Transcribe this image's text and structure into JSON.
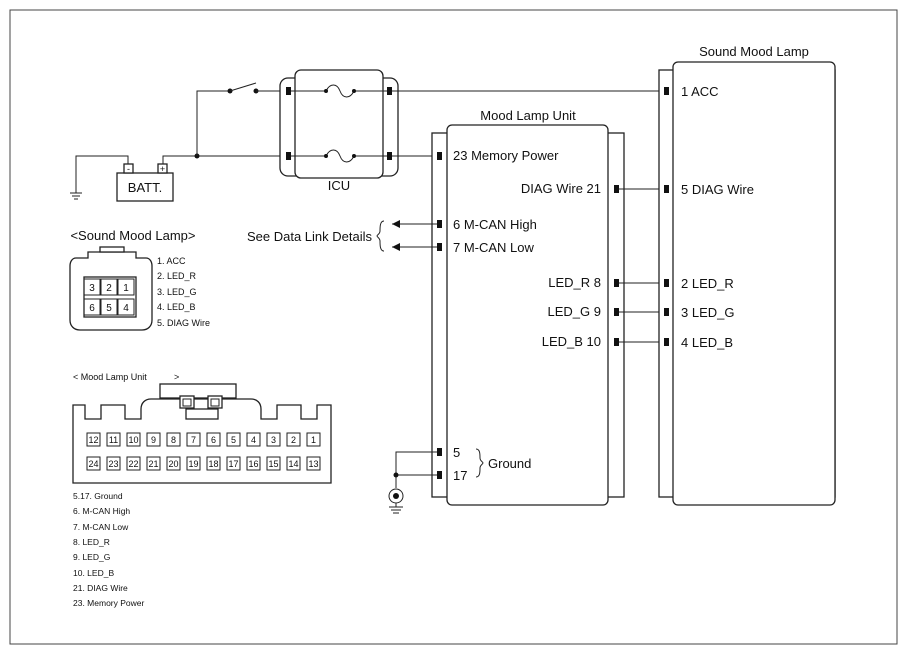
{
  "components": {
    "batt": "BATT.",
    "batt_neg": "-",
    "batt_pos": "+",
    "icu": "ICU",
    "mood_unit_title": "Mood Lamp Unit",
    "sound_lamp_title": "Sound Mood Lamp",
    "data_link": "See Data Link Details",
    "ground": "Ground"
  },
  "mood_unit_left_pins": [
    "23 Memory Power",
    "6 M-CAN High",
    "7 M-CAN Low",
    "5",
    "17"
  ],
  "mood_unit_right_pins": [
    "DIAG Wire 21",
    "LED_R 8",
    "LED_G 9",
    "LED_B 10"
  ],
  "sound_lamp_pins": [
    "1 ACC",
    "5 DIAG Wire",
    "2 LED_R",
    "3 LED_G",
    "4 LED_B"
  ],
  "sound_connector": {
    "title": "<Sound Mood Lamp>",
    "row1": [
      "3",
      "2",
      "1"
    ],
    "row2": [
      "6",
      "5",
      "4"
    ],
    "legend": [
      "1. ACC",
      "2. LED_R",
      "3. LED_G",
      "4. LED_B",
      "5. DIAG Wire"
    ]
  },
  "unit_connector": {
    "title_left": "< Mood Lamp Unit",
    "title_right": ">",
    "row1": [
      "12",
      "11",
      "10",
      "9",
      "8",
      "7",
      "6",
      "5",
      "4",
      "3",
      "2",
      "1"
    ],
    "row2": [
      "24",
      "23",
      "22",
      "21",
      "20",
      "19",
      "18",
      "17",
      "16",
      "15",
      "14",
      "13"
    ],
    "legend": [
      "5.17. Ground",
      "6. M-CAN High",
      "7. M-CAN Low",
      "8. LED_R",
      "9. LED_G",
      "10. LED_B",
      "21. DIAG Wire",
      "23. Memory Power"
    ]
  }
}
